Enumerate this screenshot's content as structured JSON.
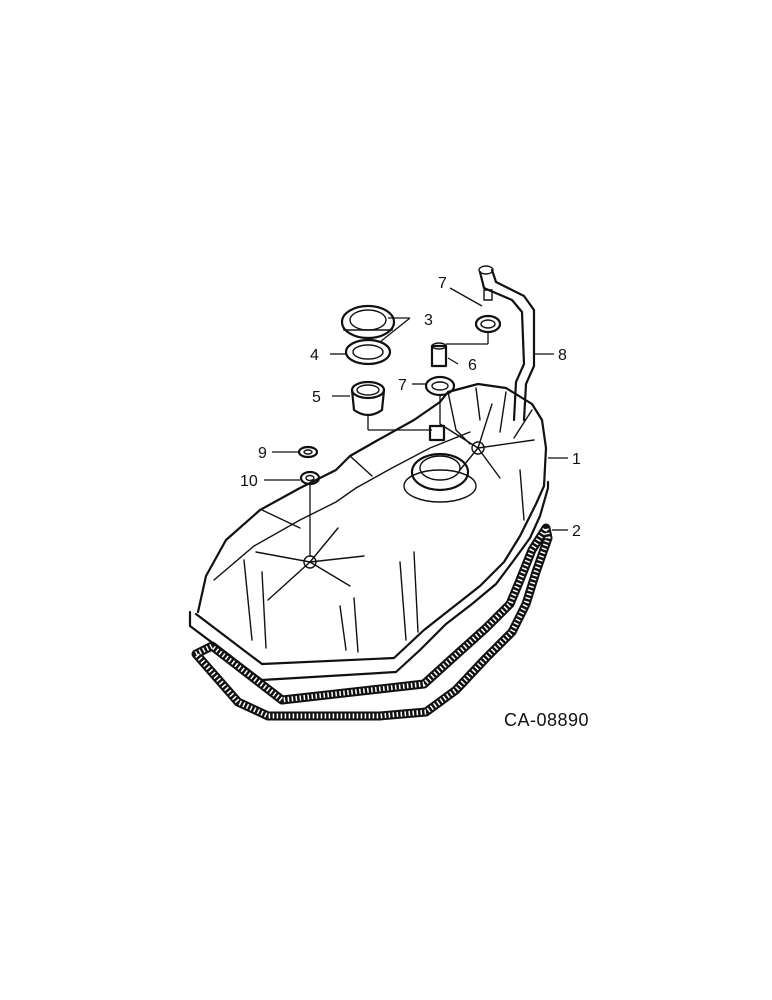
{
  "drawing_code": "CA-08890",
  "callouts": [
    {
      "id": "c1",
      "label": "1"
    },
    {
      "id": "c2",
      "label": "2"
    },
    {
      "id": "c3",
      "label": "3"
    },
    {
      "id": "c4",
      "label": "4"
    },
    {
      "id": "c5",
      "label": "5"
    },
    {
      "id": "c6",
      "label": "6"
    },
    {
      "id": "c7a",
      "label": "7"
    },
    {
      "id": "c7b",
      "label": "7"
    },
    {
      "id": "c8",
      "label": "8"
    },
    {
      "id": "c9",
      "label": "9"
    },
    {
      "id": "c10",
      "label": "10"
    }
  ]
}
